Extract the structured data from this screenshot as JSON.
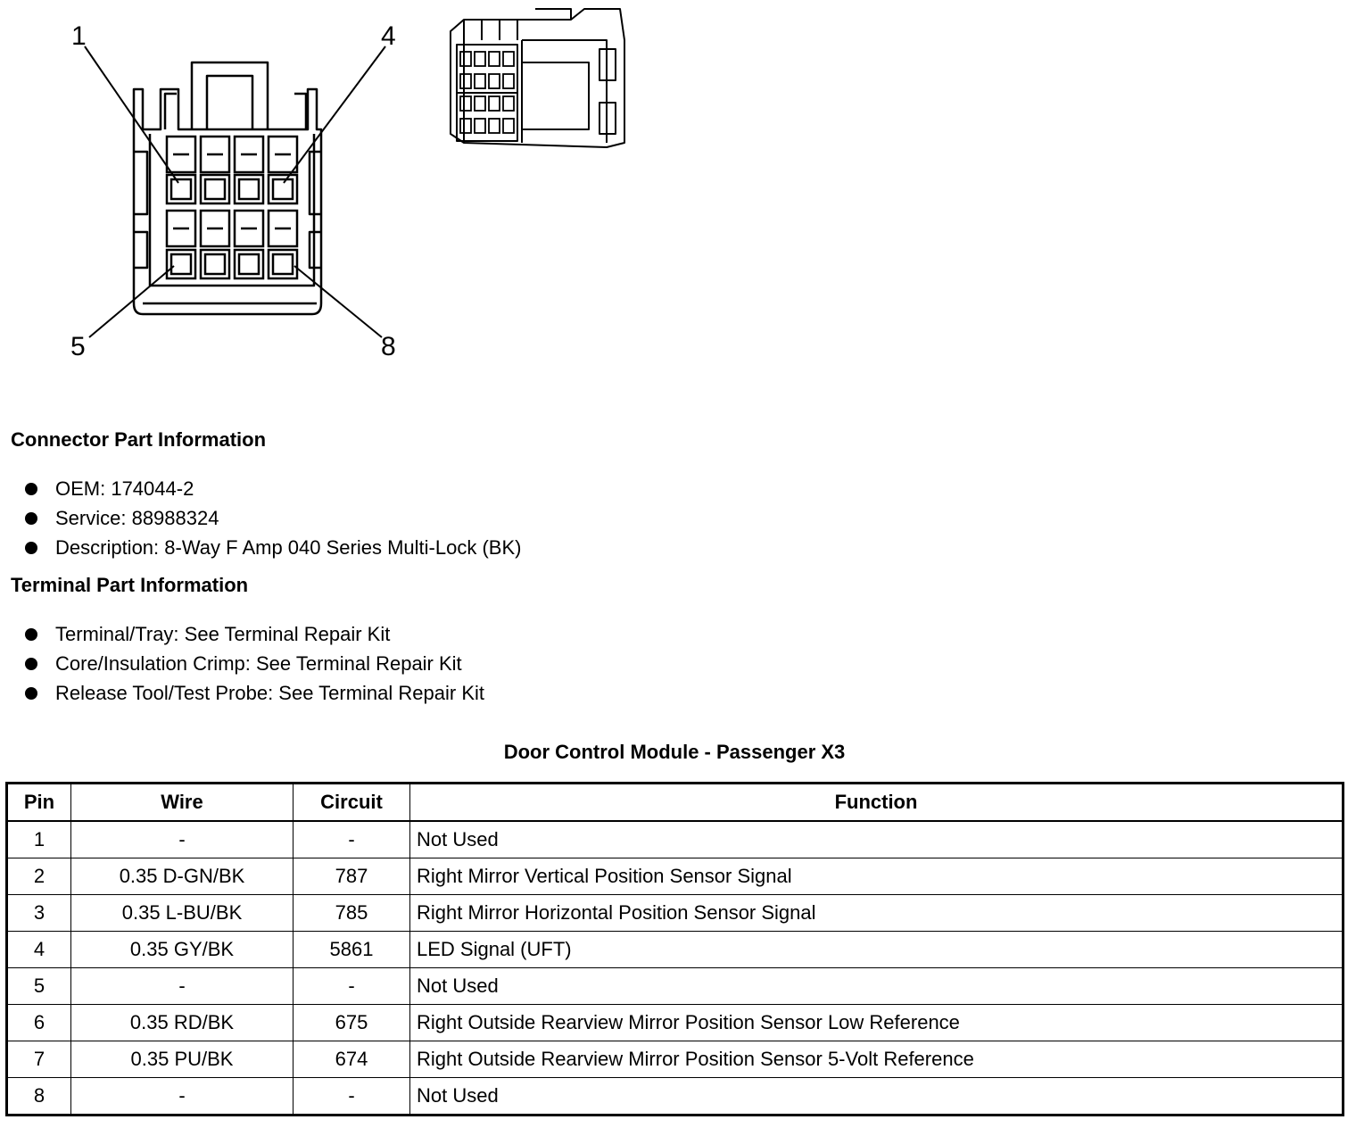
{
  "diagram": {
    "pin_labels": [
      "1",
      "4",
      "5",
      "8"
    ]
  },
  "connector_info": {
    "heading": "Connector Part Information",
    "items": [
      "OEM: 174044-2",
      "Service: 88988324",
      "Description: 8-Way F Amp 040 Series Multi-Lock (BK)"
    ]
  },
  "terminal_info": {
    "heading": "Terminal Part Information",
    "items": [
      "Terminal/Tray: See Terminal Repair Kit",
      "Core/Insulation Crimp: See Terminal Repair Kit",
      "Release Tool/Test Probe: See Terminal Repair Kit"
    ]
  },
  "table": {
    "title": "Door Control Module - Passenger X3",
    "headers": [
      "Pin",
      "Wire",
      "Circuit",
      "Function"
    ],
    "rows": [
      [
        "1",
        "-",
        "-",
        "Not Used"
      ],
      [
        "2",
        "0.35 D-GN/BK",
        "787",
        "Right Mirror Vertical Position Sensor Signal"
      ],
      [
        "3",
        "0.35 L-BU/BK",
        "785",
        "Right Mirror Horizontal Position Sensor Signal"
      ],
      [
        "4",
        "0.35 GY/BK",
        "5861",
        "LED Signal (UFT)"
      ],
      [
        "5",
        "-",
        "-",
        "Not Used"
      ],
      [
        "6",
        "0.35 RD/BK",
        "675",
        "Right Outside Rearview Mirror Position Sensor Low Reference"
      ],
      [
        "7",
        "0.35 PU/BK",
        "674",
        "Right Outside Rearview Mirror Position Sensor 5-Volt Reference"
      ],
      [
        "8",
        "-",
        "-",
        "Not Used"
      ]
    ]
  }
}
